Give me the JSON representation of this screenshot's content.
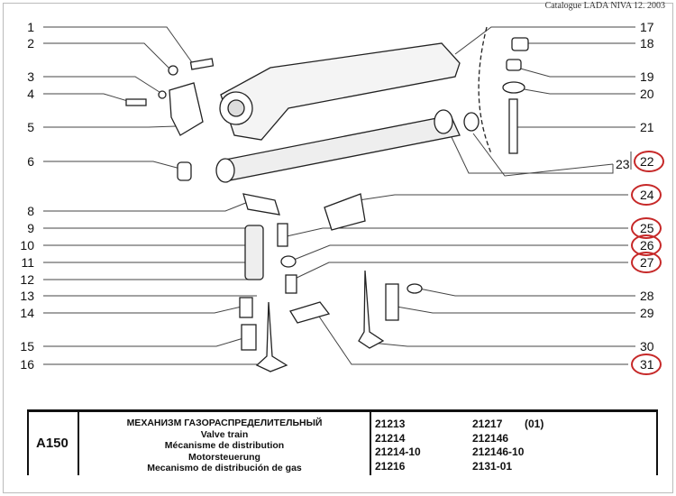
{
  "catalogue_header": "Catalogue LADA NIVA 12. 2003",
  "callouts_left": [
    "1",
    "2",
    "3",
    "4",
    "5",
    "6",
    "8",
    "9",
    "10",
    "11",
    "12",
    "13",
    "14",
    "15",
    "16"
  ],
  "callouts_right": [
    "17",
    "18",
    "19",
    "20",
    "21",
    "22",
    "24",
    "25",
    "26",
    "27",
    "28",
    "29",
    "30",
    "31"
  ],
  "callout_23": "23",
  "highlighted": [
    "22",
    "24",
    "25",
    "26",
    "27",
    "31"
  ],
  "highlight_color": "#c62828",
  "table": {
    "code": "A150",
    "titles": [
      "МЕХАНИЗМ ГАЗОРАСПРЕДЕЛИТЕЛЬНЫЙ",
      "Valve train",
      "Mécanisme de distribution",
      "Motorsteuerung",
      "Mecanismo de distribución de gas"
    ],
    "models_col1": [
      "21213",
      "21214",
      "21214-10",
      "21216"
    ],
    "models_col2": [
      "21217",
      "212146",
      "212146-10",
      "2131-01"
    ],
    "model_note": "(01)"
  }
}
